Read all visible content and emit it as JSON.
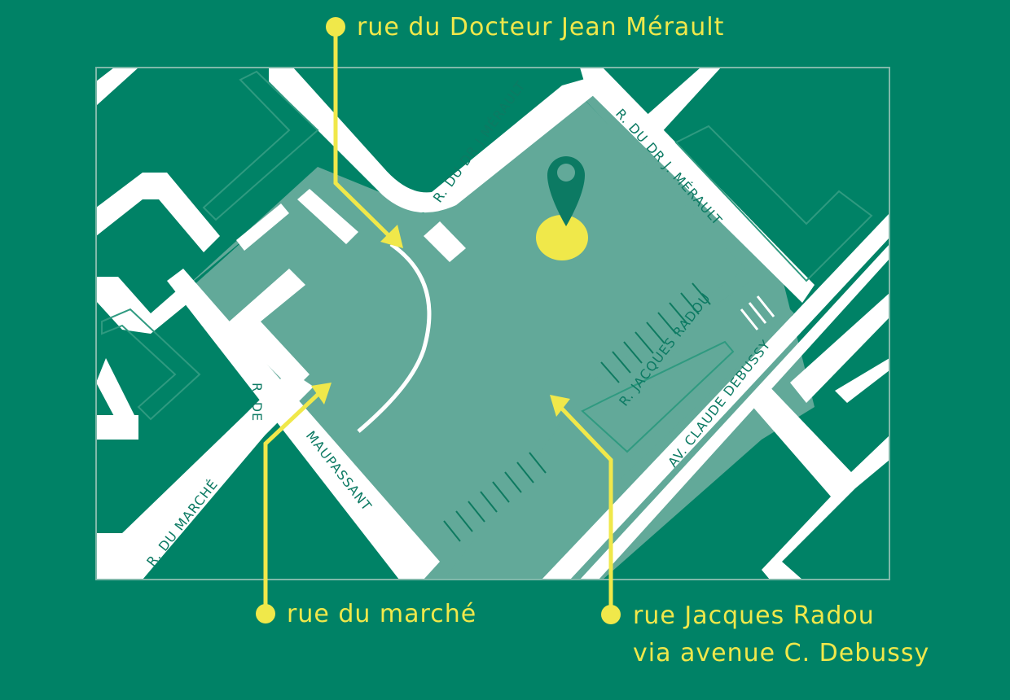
{
  "map": {
    "colors": {
      "background": "#008266",
      "plaza": "#62a999",
      "roads": "#ffffff",
      "accent": "#f0e84a",
      "marker": "#0c7a63"
    },
    "street_labels": {
      "merault_north": "R. DU DR J.MÉRAULT",
      "merault_east": "R. DU DR J. MÉRAULT",
      "radou": "R. JACQUES RADOU",
      "debussy": "AV. CLAUDE DEBUSSY",
      "marche": "R. DU MARCHÉ",
      "maupassant_1": "R. DE",
      "maupassant_2": "MAUPASSANT"
    },
    "callouts": {
      "merault": "rue du Docteur Jean Mérault",
      "marche": "rue du marché",
      "radou_1": "rue Jacques Radou",
      "radou_2": "via avenue C. Debussy"
    },
    "marker_icon": "map-pin-icon"
  }
}
